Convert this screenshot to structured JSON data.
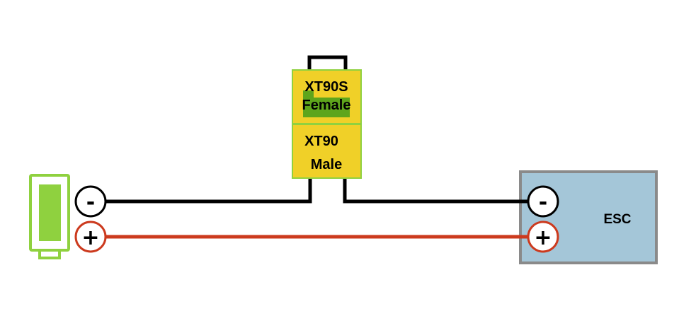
{
  "colors": {
    "wire_negative": "#000000",
    "wire_positive": "#cc3a1e",
    "battery_outline": "#8fd13f",
    "battery_fill": "#8fd13f",
    "connector_fill": "#f0d028",
    "connector_border": "#8fd13f",
    "connector_inner": "#5ea51c",
    "esc_fill": "#a4c6d8",
    "esc_border": "#8a8a8a"
  },
  "icons": {
    "battery": "battery-icon",
    "negative_terminal": "minus-terminal-icon",
    "positive_terminal": "plus-terminal-icon"
  },
  "connector": {
    "female_line1": "XT90S",
    "female_line2": "Female",
    "male_line1": "XT90",
    "male_line2": "Male"
  },
  "esc": {
    "label": "ESC"
  },
  "terminals": {
    "minus": "-",
    "plus": "+"
  }
}
